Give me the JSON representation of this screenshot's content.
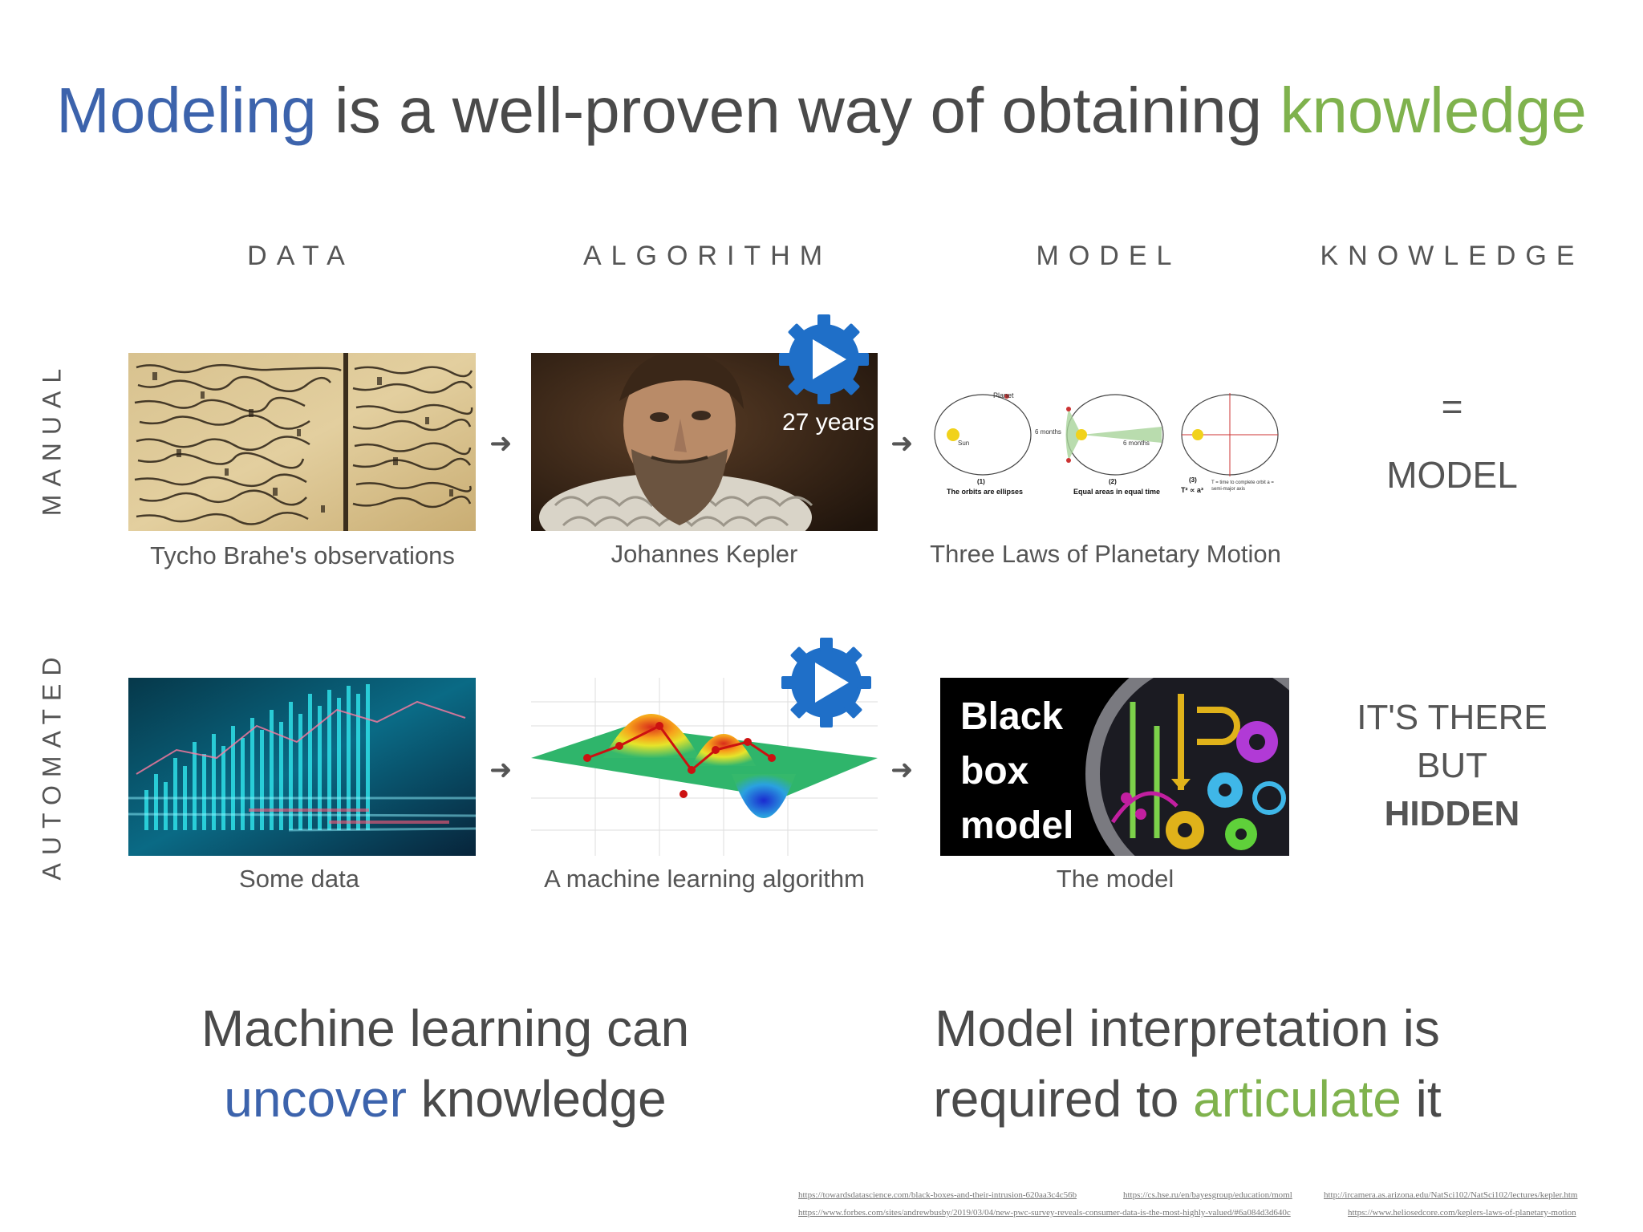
{
  "title": {
    "part1": "Modeling",
    "part2": " is a well-proven way of obtaining ",
    "part3": "knowledge"
  },
  "columns": [
    "DATA",
    "ALGORITHM",
    "MODEL",
    "KNOWLEDGE"
  ],
  "rows": {
    "manual": {
      "label": "MANUAL",
      "data_caption": "Tycho Brahe's observations",
      "algorithm_caption": "Johannes Kepler",
      "algorithm_overlay": "27 years",
      "model_caption": "Three Laws of Planetary Motion",
      "model_diagram": {
        "planet": "Planet",
        "sun": "Sun",
        "six_months_a": "6 months",
        "six_months_b": "6 months",
        "law1_num": "(1)",
        "law1": "The orbits are ellipses",
        "law2_num": "(2)",
        "law2": "Equal areas in equal time",
        "law3_num": "(3)",
        "law3": "T² ∝ a³",
        "law3_note": "T = time to complete orbit  a = semi-major axis"
      },
      "knowledge_eq": "=",
      "knowledge_text": "MODEL"
    },
    "automated": {
      "label": "AUTOMATED",
      "data_caption": "Some data",
      "algorithm_caption": "A machine learning algorithm",
      "model_caption": "The model",
      "model_overlay": [
        "Black",
        "box",
        "model"
      ],
      "knowledge_line1": "IT'S THERE",
      "knowledge_line2": "BUT",
      "knowledge_line3": "HIDDEN"
    }
  },
  "bottom_left": {
    "line1": "Machine learning can",
    "line2_highlight": "uncover",
    "line2_rest": " knowledge"
  },
  "bottom_right": {
    "line1": "Model interpretation is",
    "line2_start": "required to ",
    "line2_highlight": "articulate",
    "line2_end": " it"
  },
  "references": [
    "https://towardsdatascience.com/black-boxes-and-their-intrusion-620aa3c4c56b",
    "https://cs.hse.ru/en/bayesgroup/education/moml",
    "http://ircamera.as.arizona.edu/NatSci102/NatSci102/lectures/kepler.htm",
    "https://www.forbes.com/sites/andrewbusby/2019/03/04/new-pwc-survey-reveals-consumer-data-is-the-most-highly-valued/#6a084d3d640c",
    "https://www.heliosedcore.com/keplers-laws-of-planetary-motion"
  ],
  "colors": {
    "blue": "#3c63ac",
    "green": "#7fb24d",
    "play_blue": "#1f6fc8"
  }
}
